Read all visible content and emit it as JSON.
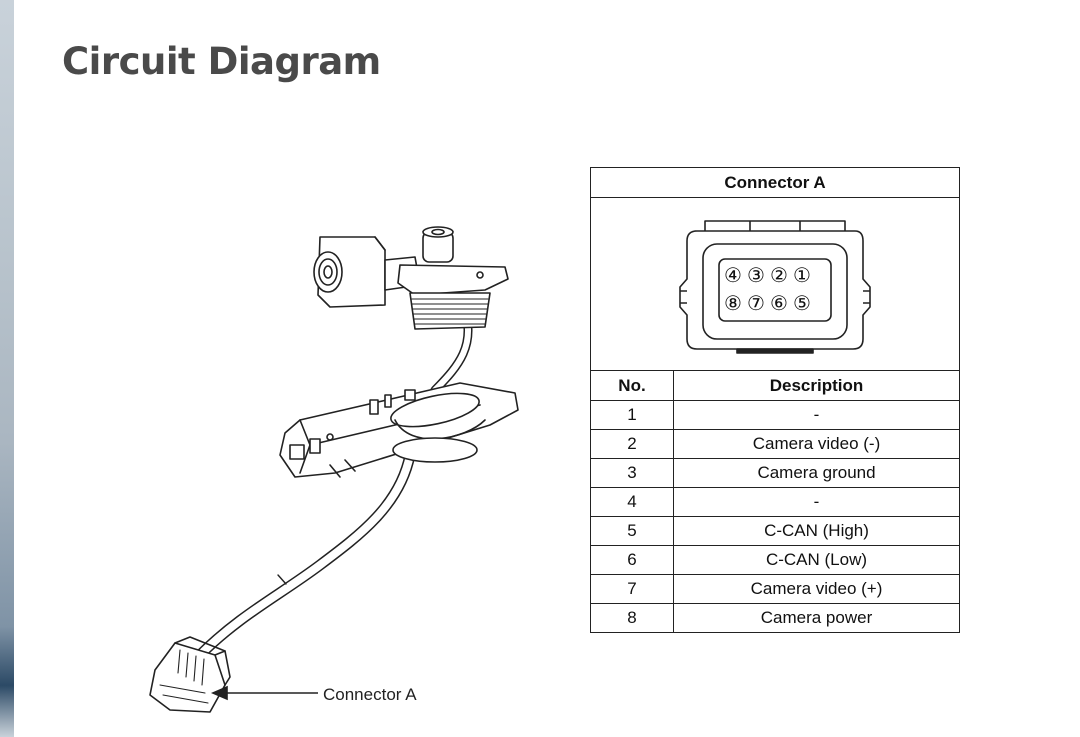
{
  "page": {
    "title": "Circuit Diagram"
  },
  "illustration": {
    "callout_label": "Connector A"
  },
  "table": {
    "title": "Connector A",
    "connector_face": {
      "top_row_pins": [
        "④",
        "③",
        "②",
        "①"
      ],
      "bottom_row_pins": [
        "⑧",
        "⑦",
        "⑥",
        "⑤"
      ]
    },
    "headers": {
      "no": "No.",
      "description": "Description"
    },
    "rows": [
      {
        "no": "1",
        "description": "-"
      },
      {
        "no": "2",
        "description": "Camera video (-)"
      },
      {
        "no": "3",
        "description": "Camera ground"
      },
      {
        "no": "4",
        "description": "-"
      },
      {
        "no": "5",
        "description": "C-CAN (High)"
      },
      {
        "no": "6",
        "description": "C-CAN (Low)"
      },
      {
        "no": "7",
        "description": "Camera video (+)"
      },
      {
        "no": "8",
        "description": "Camera power"
      }
    ]
  }
}
